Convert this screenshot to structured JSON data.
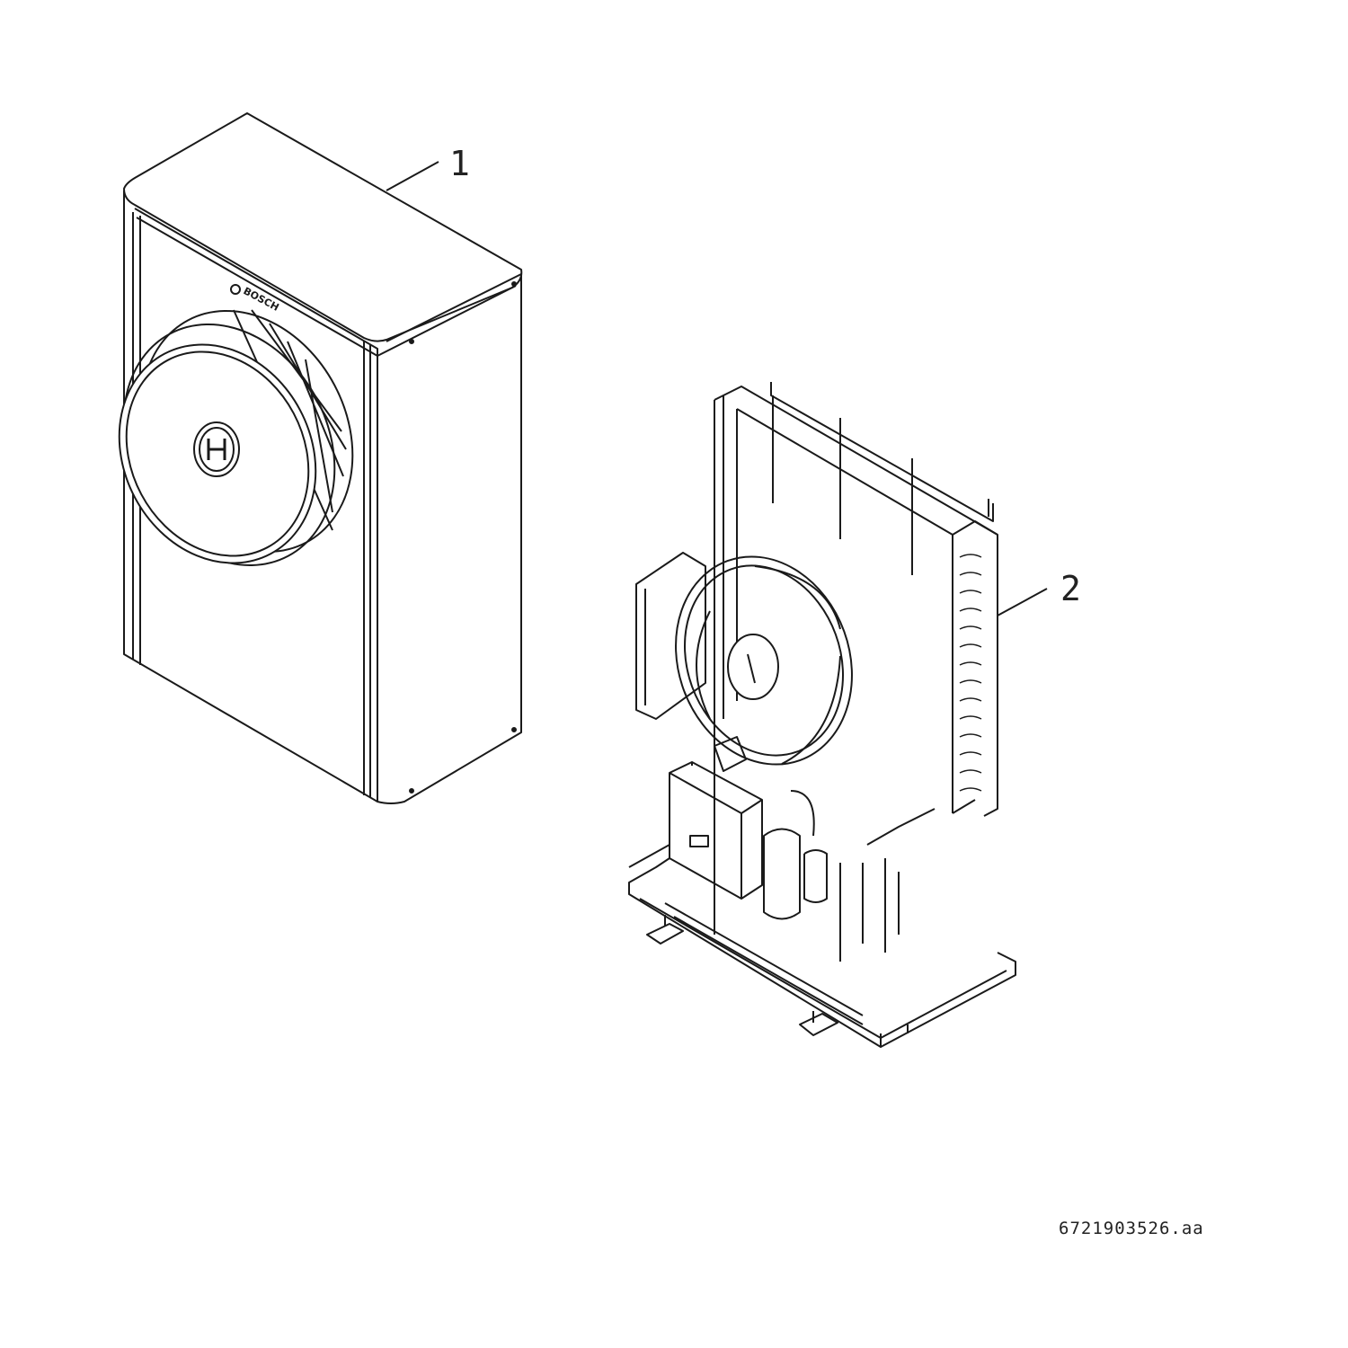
{
  "diagram": {
    "callouts": [
      {
        "id": "1",
        "label": "1"
      },
      {
        "id": "2",
        "label": "2"
      }
    ],
    "drawing_number": "6721903526.aa",
    "brand_logo_text": "BOSCH",
    "line_color": "#1a1a1a"
  }
}
